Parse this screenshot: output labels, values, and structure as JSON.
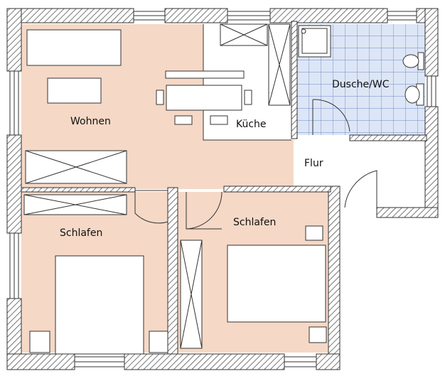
{
  "rooms": {
    "wohnen": "Wohnen",
    "kueche": "Küche",
    "dusche_wc": "Dusche/WC",
    "flur": "Flur",
    "schlafen_left": "Schlafen",
    "schlafen_right": "Schlafen"
  },
  "colors": {
    "room_fill": "#f5d8c6",
    "bath_fill": "#dde6f6",
    "bath_grid": "#6a86c4",
    "wall_hatch": "#555555",
    "line": "#333333"
  }
}
